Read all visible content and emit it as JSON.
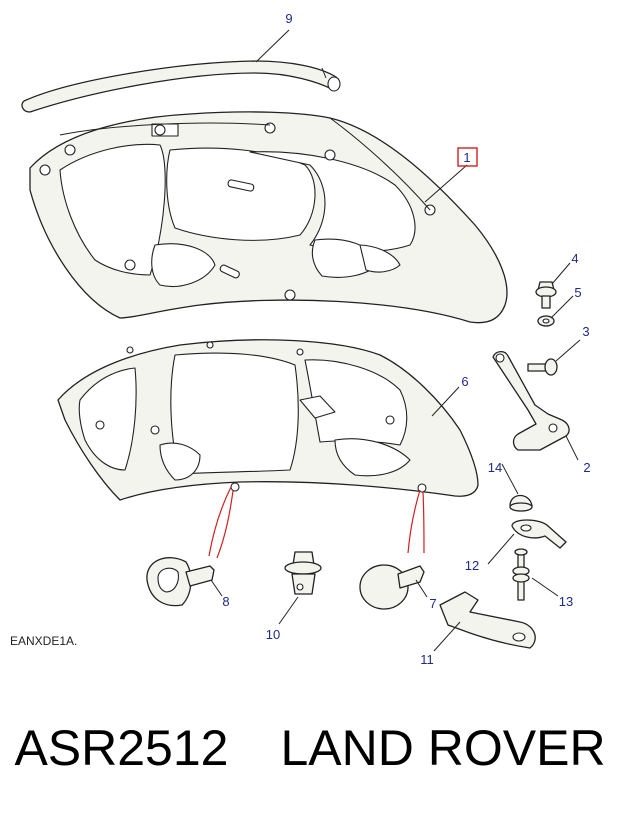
{
  "callouts": {
    "c1": "1",
    "c2": "2",
    "c3": "3",
    "c4": "4",
    "c5": "5",
    "c6": "6",
    "c7": "7",
    "c8": "8",
    "c9": "9",
    "c10": "10",
    "c11": "11",
    "c12": "12",
    "c13": "13",
    "c14": "14"
  },
  "drawing_code": "EANXDE1A.",
  "footer": {
    "part_number": "ASR2512",
    "brand": "LAND ROVER"
  },
  "colors": {
    "callout_text": "#1f2a8c",
    "highlight_box": "#d21f1f",
    "red_leaders": "#d21f1f",
    "line_art": "#222222"
  }
}
